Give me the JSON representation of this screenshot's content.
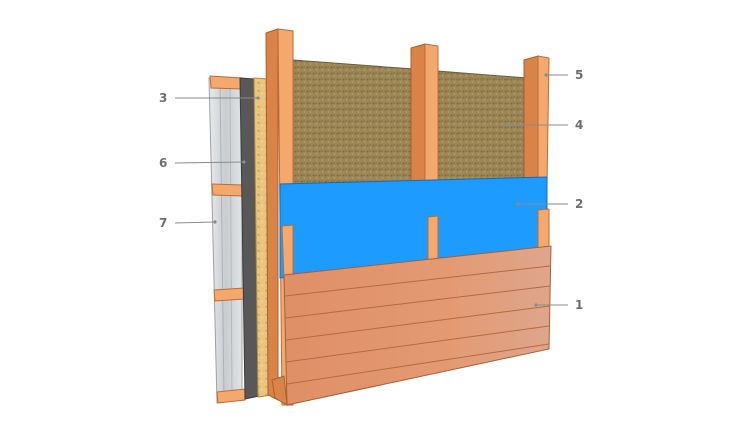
{
  "callouts": [
    {
      "id": "1",
      "text": "1"
    },
    {
      "id": "2",
      "text": "2"
    },
    {
      "id": "3",
      "text": "3"
    },
    {
      "id": "4",
      "text": "4"
    },
    {
      "id": "5",
      "text": "5"
    },
    {
      "id": "6",
      "text": "6"
    },
    {
      "id": "7",
      "text": "7"
    }
  ],
  "colors": {
    "wood": "#f2a468",
    "wood_dark": "#d9854a",
    "cladding": "#e2906a",
    "membrane": "#1e9bff",
    "insulation": "#a08a58",
    "osb": "#e8c27a",
    "dark_board": "#555555",
    "panel": "#d6d8db"
  }
}
